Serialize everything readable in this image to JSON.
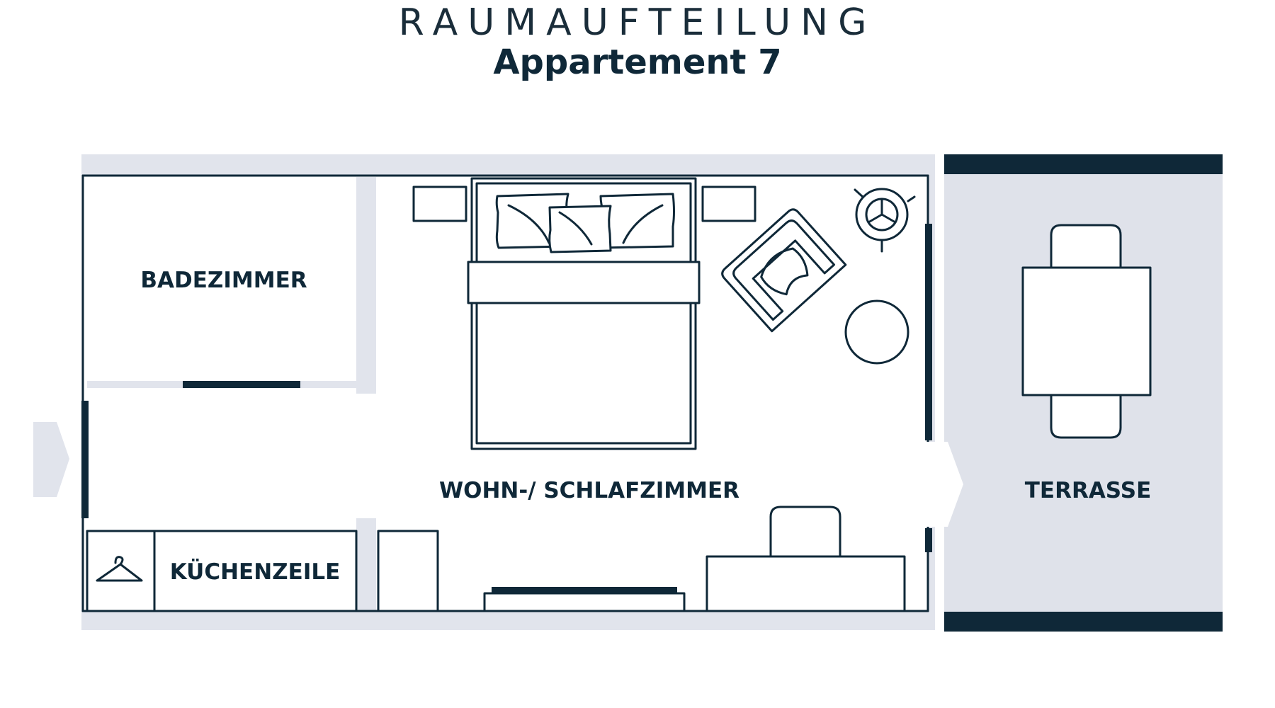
{
  "header": {
    "title": "RAUMAUFTEILUNG",
    "subtitle": "Appartement 7"
  },
  "rooms": {
    "bathroom": "BADEZIMMER",
    "living": "WOHN-/ SCHLAFZIMMER",
    "kitchen": "KÜCHENZEILE",
    "terrace": "TERRASSE"
  },
  "colors": {
    "line": "#0f2838",
    "wall_light": "#e1e4ec",
    "terrace_bg": "#dfe2ea"
  }
}
